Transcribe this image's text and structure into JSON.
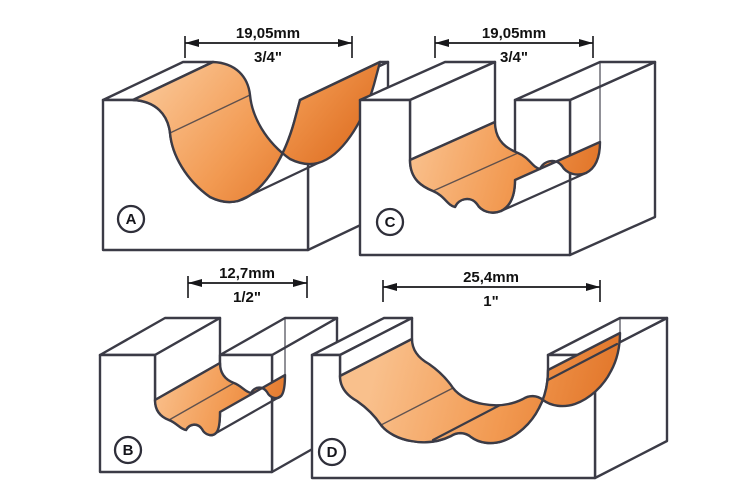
{
  "colors": {
    "outline": "#3b3b46",
    "dimension_ink": "#17171a",
    "orange_light": "#f9c08c",
    "orange_mid": "#f29a52",
    "orange_dark": "#e2762a",
    "face": "#ffffff"
  },
  "bits": [
    {
      "label": "A",
      "dim_mm": "19,05mm",
      "dim_in": "3/4\""
    },
    {
      "label": "C",
      "dim_mm": "19,05mm",
      "dim_in": "3/4\""
    },
    {
      "label": "B",
      "dim_mm": "12,7mm",
      "dim_in": "1/2\""
    },
    {
      "label": "D",
      "dim_mm": "25,4mm",
      "dim_in": "1\""
    }
  ]
}
